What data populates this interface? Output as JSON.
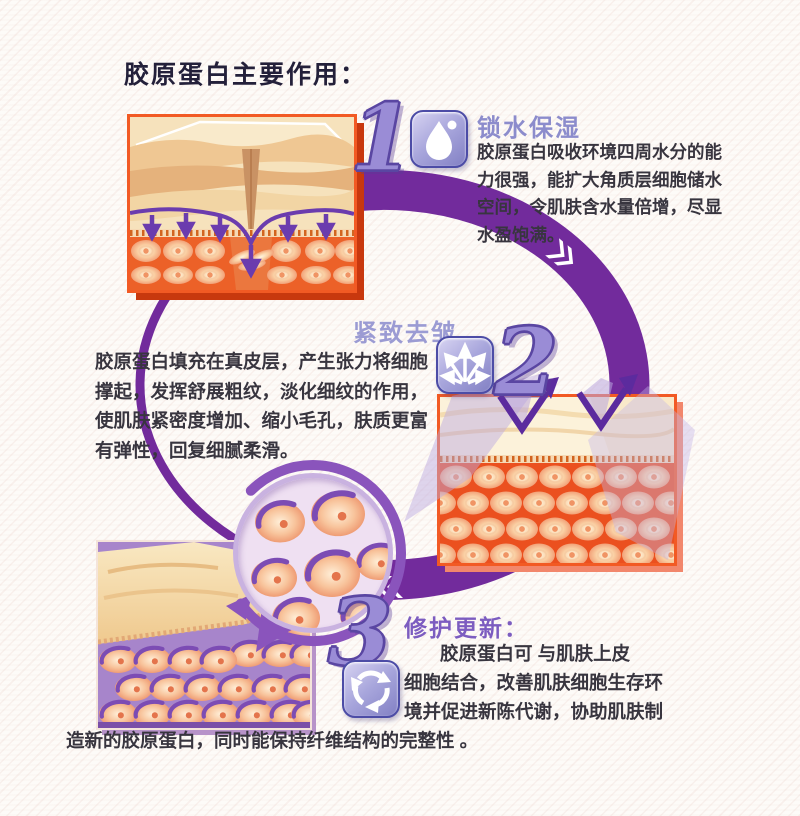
{
  "title": "胶原蛋白主要作用：",
  "sections": [
    {
      "number": "1",
      "icon": "water-drop-icon",
      "heading": "锁水保湿",
      "lines": [
        "胶原蛋白吸收环境四周水分的能",
        "力很强，能扩大角质层细胞储水",
        "空间，令肌肤含水量倍增，尽显",
        "水盈饱满。"
      ]
    },
    {
      "number": "2",
      "icon": "spread-arrows-icon",
      "heading": "紧致去皱",
      "lines": [
        "胶原蛋白填充在真皮层，产生张力将细胞",
        "撑起，发挥舒展粗纹，淡化细纹的作用，",
        "使肌肤紧密度增加、缩小毛孔，肤质更富",
        "有弹性，回复细腻柔滑。"
      ]
    },
    {
      "number": "3",
      "icon": "renew-cycle-icon",
      "heading": "修护更新：",
      "lines": [
        "胶原蛋白可 与肌肤上皮",
        "细胞结合，改善肌肤细胞生存环",
        "境并促进新陈代谢，协助肌肤制",
        "造新的胶原蛋白，同时能保持纤维结构的完整性 。"
      ]
    }
  ],
  "colors": {
    "ring_purple": "#722B9C",
    "frame_orange": "#F25A24",
    "heading1": "#8C8CCC",
    "heading2": "#9B9BD3",
    "heading3": "#7C5CC0",
    "numeral": "#9A8CD6",
    "cell_background": "#EC5A28"
  }
}
